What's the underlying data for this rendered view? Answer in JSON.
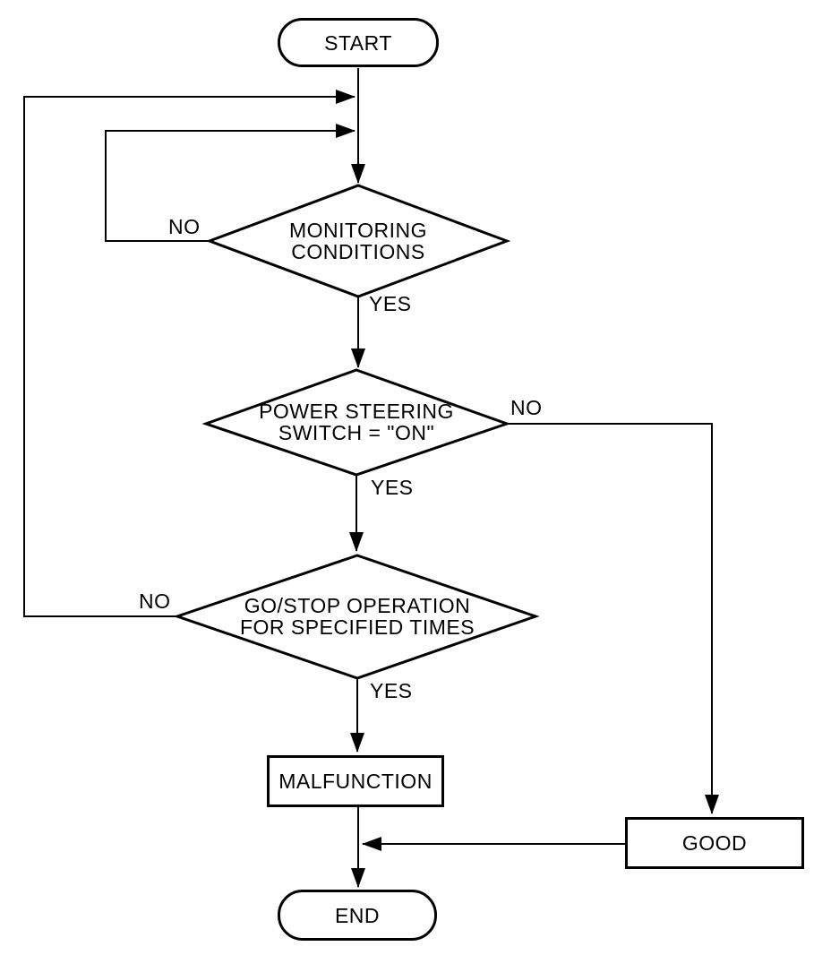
{
  "diagram": {
    "type": "flowchart",
    "colors": {
      "line": "#000000",
      "background": "#ffffff"
    }
  },
  "nodes": {
    "start": {
      "label": "START",
      "shape": "stadium"
    },
    "monitoring": {
      "line1": "MONITORING",
      "line2": "CONDITIONS",
      "shape": "diamond"
    },
    "power_steering": {
      "line1": "POWER STEERING",
      "line2": "SWITCH = \"ON\"",
      "shape": "diamond"
    },
    "go_stop": {
      "line1": "GO/STOP OPERATION",
      "line2": "FOR SPECIFIED TIMES",
      "shape": "diamond"
    },
    "malfunction": {
      "label": "MALFUNCTION",
      "shape": "rect"
    },
    "good": {
      "label": "GOOD",
      "shape": "rect"
    },
    "end": {
      "label": "END",
      "shape": "stadium"
    }
  },
  "edges": [
    {
      "from": "start",
      "to": "monitoring",
      "label": ""
    },
    {
      "from": "monitoring",
      "to": "monitoring",
      "label": "NO"
    },
    {
      "from": "monitoring",
      "to": "power_steering",
      "label": "YES"
    },
    {
      "from": "power_steering",
      "to": "good",
      "label": "NO"
    },
    {
      "from": "power_steering",
      "to": "go_stop",
      "label": "YES"
    },
    {
      "from": "go_stop",
      "to": "monitoring",
      "label": "NO"
    },
    {
      "from": "go_stop",
      "to": "malfunction",
      "label": "YES"
    },
    {
      "from": "malfunction",
      "to": "end",
      "label": ""
    },
    {
      "from": "good",
      "to": "end",
      "label": ""
    }
  ]
}
